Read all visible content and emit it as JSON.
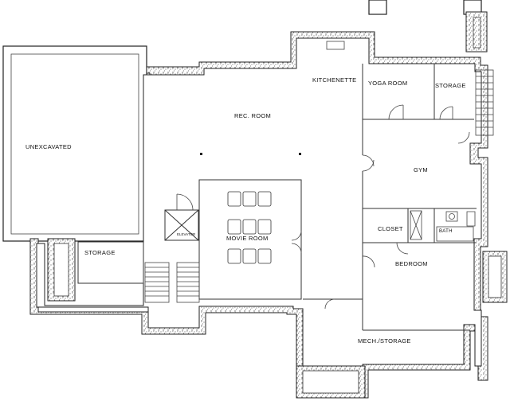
{
  "rooms": {
    "unexcavated": "UNEXCAVATED",
    "rec_room": "REC. ROOM",
    "kitchenette": "KITCHENETTE",
    "yoga_room": "YOGA ROOM",
    "storage_top": "STORAGE",
    "gym": "GYM",
    "elevator": "ELEVATOR",
    "movie_room": "MOVIE ROOM",
    "storage_left": "STORAGE",
    "closet": "CLOSET",
    "bath": "BATH",
    "bedroom": "BEDROOM",
    "mech_storage": "MECH./STORAGE"
  }
}
